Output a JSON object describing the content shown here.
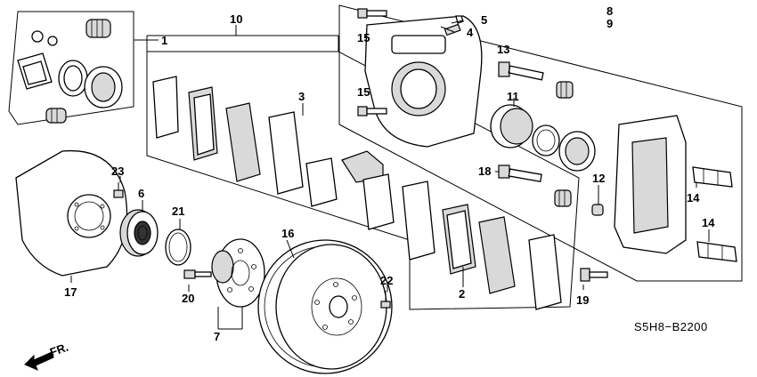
{
  "diagram": {
    "callouts": {
      "c1": "1",
      "c2": "2",
      "c3": "3",
      "c4": "4",
      "c5": "5",
      "c6": "6",
      "c7": "7",
      "c8": "8",
      "c9": "9",
      "c10": "10",
      "c11": "11",
      "c12": "12",
      "c13": "13",
      "c14a": "14",
      "c14b": "14",
      "c15a": "15",
      "c15b": "15",
      "c16": "16",
      "c17": "17",
      "c18": "18",
      "c19": "19",
      "c20": "20",
      "c21": "21",
      "c22": "22",
      "c23": "23"
    },
    "reference_code": "S5H8−B2200",
    "direction_label": "FR."
  }
}
